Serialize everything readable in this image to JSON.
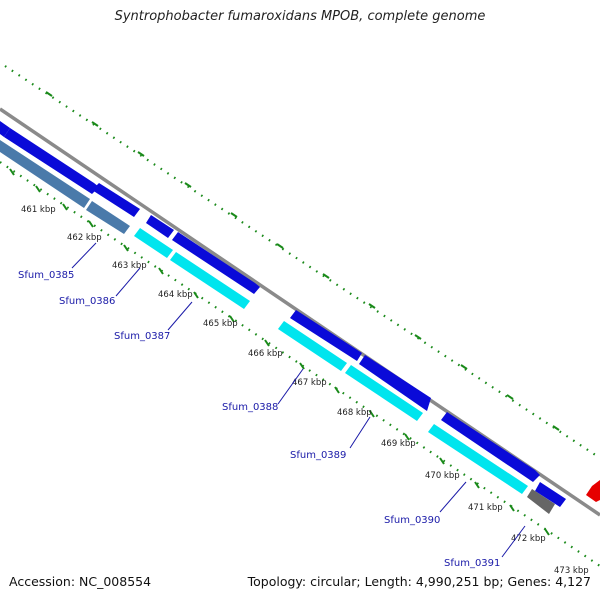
{
  "title": "Syntrophobacter fumaroxidans MPOB, complete genome",
  "footer": {
    "accession": "Accession: NC_008554",
    "summary": "Topology: circular; Length: 4,990,251 bp; Genes: 4,127"
  },
  "kbp_labels": [
    "461 kbp",
    "462 kbp",
    "463 kbp",
    "464 kbp",
    "465 kbp",
    "466 kbp",
    "467 kbp",
    "468 kbp",
    "469 kbp",
    "470 kbp",
    "471 kbp",
    "472 kbp",
    "473 kbp"
  ],
  "gene_labels": [
    "Sfum_0385",
    "Sfum_0386",
    "Sfum_0387",
    "Sfum_0388",
    "Sfum_0389",
    "Sfum_0390",
    "Sfum_0391"
  ],
  "colors": {
    "backbone": "#8a8a8a",
    "cds": "#0a0ad8",
    "gene_cyan": "#00e5ee",
    "gene_steel": "#4a7aaa",
    "gene_gray": "#666666",
    "gene_red": "#e60000",
    "tick_green": "#1a8a1a",
    "label_blue": "#1a1aa8"
  }
}
